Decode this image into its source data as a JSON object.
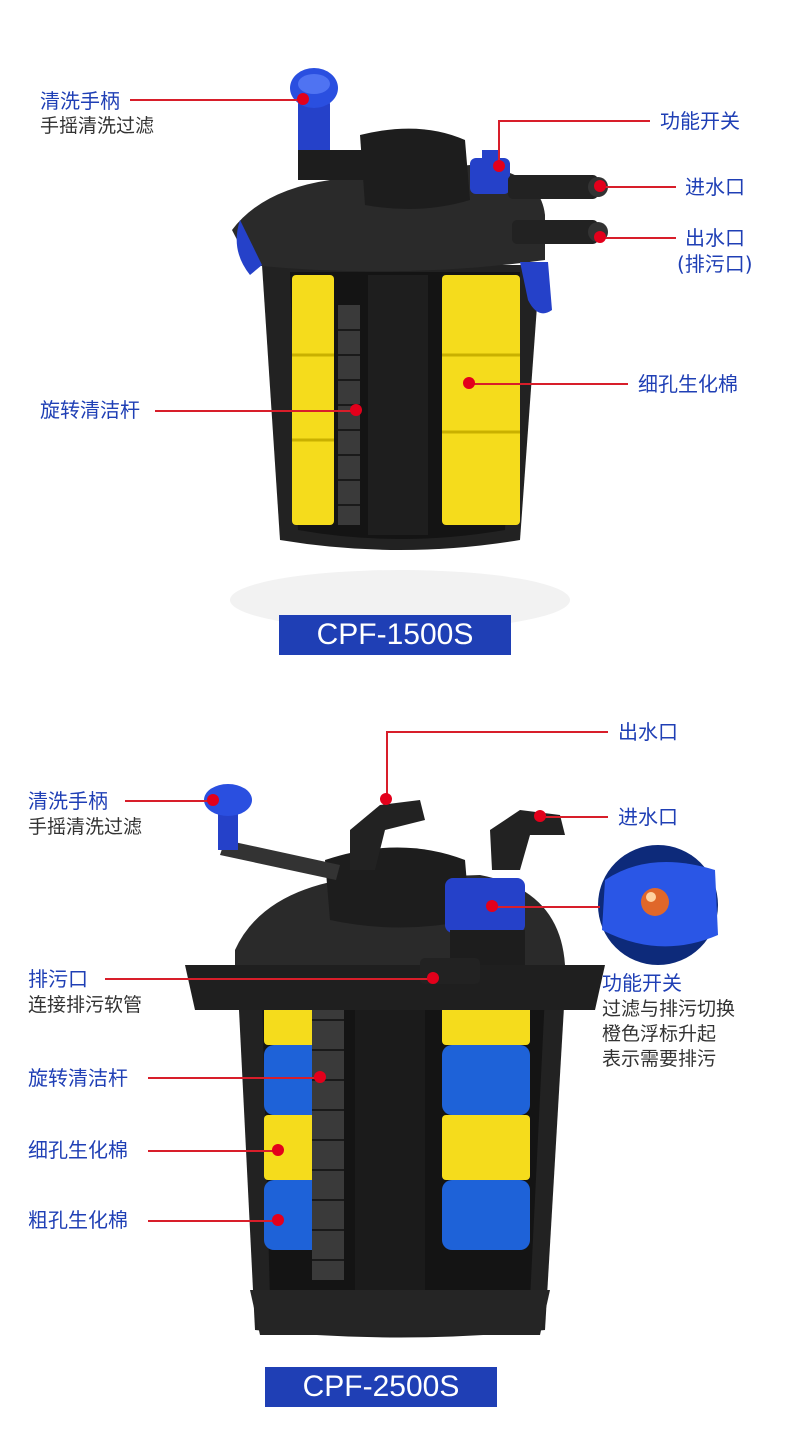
{
  "colors": {
    "accent_blue": "#1f3fb5",
    "pointer_red": "#e3001b",
    "foam_yellow": "#f5dc1c",
    "foam_blue": "#1e62d8",
    "body_dark": "#1c1c1c"
  },
  "product1": {
    "model": "CPF-1500S",
    "labels": {
      "clean_handle": "清洗手柄",
      "clean_handle_sub": "手摇清洗过滤",
      "function_switch": "功能开关",
      "inlet": "进水口",
      "outlet": "出水口",
      "outlet_sub": "(排污口)",
      "rotating_rod": "旋转清洁杆",
      "fine_foam": "细孔生化棉"
    }
  },
  "product2": {
    "model": "CPF-2500S",
    "labels": {
      "outlet": "出水口",
      "inlet": "进水口",
      "clean_handle": "清洗手柄",
      "clean_handle_sub": "手摇清洗过滤",
      "drain": "排污口",
      "drain_sub": "连接排污软管",
      "function_switch": "功能开关",
      "function_switch_sub1": "过滤与排污切换",
      "function_switch_sub2": "橙色浮标升起",
      "function_switch_sub3": "表示需要排污",
      "rotating_rod": "旋转清洁杆",
      "fine_foam": "细孔生化棉",
      "coarse_foam": "粗孔生化棉"
    }
  }
}
